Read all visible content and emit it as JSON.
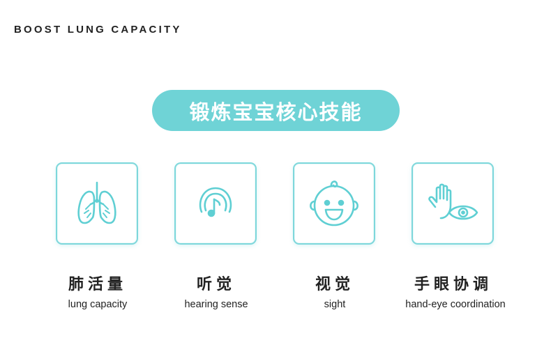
{
  "header": {
    "title": "BOOST LUNG CAPACITY"
  },
  "banner": {
    "text": "锻炼宝宝核心技能"
  },
  "colors": {
    "accent": "#6fd3d6",
    "icon_stroke": "#5fcfd3",
    "text": "#222222"
  },
  "items": [
    {
      "icon": "lungs-icon",
      "label_cn": "肺活量",
      "label_en": "lung capacity"
    },
    {
      "icon": "headphones-music-icon",
      "label_cn": "听觉",
      "label_en": "hearing sense"
    },
    {
      "icon": "baby-face-icon",
      "label_cn": "视觉",
      "label_en": "sight"
    },
    {
      "icon": "hand-eye-icon",
      "label_cn": "手眼协调",
      "label_en": "hand-eye coordination"
    }
  ]
}
